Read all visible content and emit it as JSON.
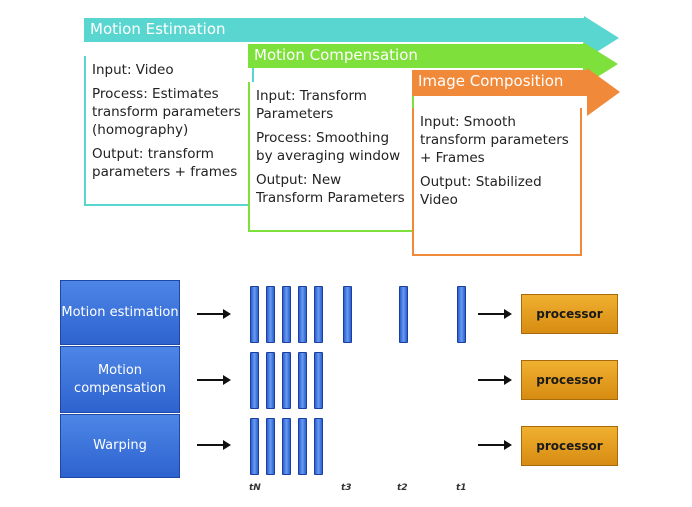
{
  "pipeline": {
    "stages": [
      {
        "title": "Motion Estimation",
        "color": "#5ad6d0",
        "input": "Input: Video",
        "process": "Process: Estimates transform parameters (homography)",
        "output": "Output: transform parameters + frames"
      },
      {
        "title": "Motion Compensation",
        "color": "#7ee03a",
        "input": "Input: Transform Parameters",
        "process": "Process: Smoothing by averaging window",
        "output": "Output: New Transform Parameters"
      },
      {
        "title": "Image Composition",
        "color": "#f08a3a",
        "input": "Input: Smooth transform parameters + Frames",
        "process": "",
        "output": "Output: Stabilized Video"
      }
    ]
  },
  "parallel": {
    "rows": [
      {
        "label": "Motion estimation",
        "processor": "processor"
      },
      {
        "label": "Motion compensation",
        "processor": "processor"
      },
      {
        "label": "Warping",
        "processor": "processor"
      }
    ],
    "time_labels": [
      "tN",
      "t3",
      "t2",
      "t1"
    ]
  }
}
